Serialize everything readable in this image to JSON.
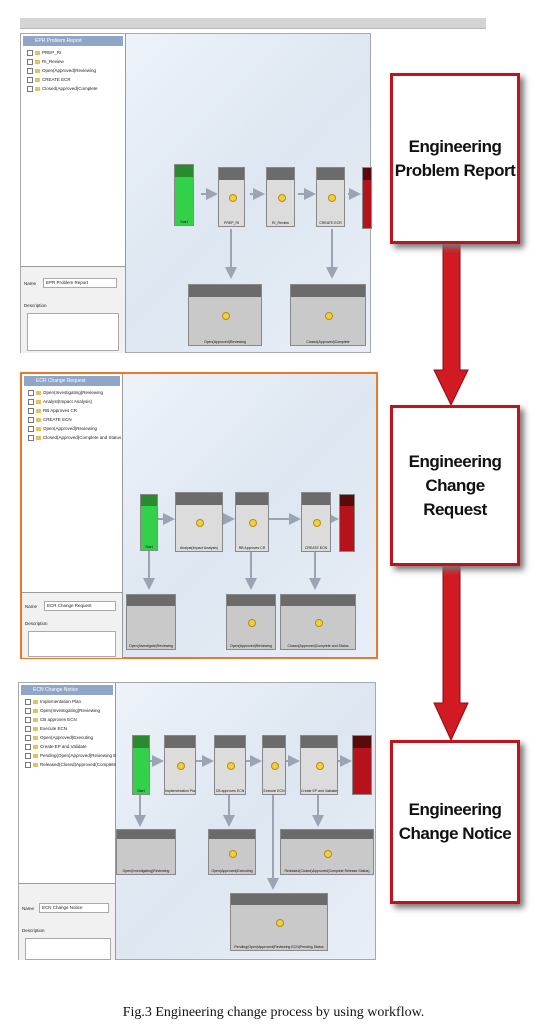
{
  "panels": [
    {
      "tree_title": "EPR Problem Report",
      "tree_items": [
        "PREP_RI",
        "RI_Review",
        "Open(Approved)Reviewing",
        "CREATE ECR",
        "Closed(Approved)Complete"
      ],
      "name_label": "Name",
      "name_value": "EPR Problem Report",
      "desc_label": "Description",
      "nodes": [
        "Start",
        "PREP_RI",
        "RI_Review",
        "CREATE ECR",
        "End"
      ],
      "bottom_nodes": [
        "Open(Approved)Reviewing",
        "Closed(Approved)Complete"
      ]
    },
    {
      "tree_title": "ECR Change Request",
      "tree_items": [
        "Open(Investigating)Reviewing",
        "Analyst(Impact Analysis)",
        "RB Approves CR",
        "CREATE ECN",
        "Open(Approved)Reviewing",
        "Closed(Approved)Complete and Status"
      ],
      "name_label": "Name",
      "name_value": "ECR Change Request",
      "desc_label": "Description",
      "nodes": [
        "Start",
        "Analyst(Impact Analysis)",
        "RB Approves CR",
        "CREATE ECN",
        "End"
      ],
      "bottom_nodes": [
        "Open(Investigate)Reviewing",
        "Open(Approved)Reviewing",
        "Closed(Approved)Complete and Status"
      ]
    },
    {
      "tree_title": "ECN Change Notice",
      "tree_items": [
        "Implementation Plan",
        "Open(Investigating)Reviewing",
        "CB approves ECN",
        "Execute ECN",
        "Open(Approved)Executing",
        "Create EP and Validate",
        "Pending(Open)Approved(Reviewing ECN)Pending",
        "Released(Closed)Approved(Complete Release"
      ],
      "name_label": "Name",
      "name_value": "ECN Change Notice",
      "desc_label": "Description",
      "nodes": [
        "Start",
        "Implementation Plan",
        "CB approves ECN",
        "Execute ECN",
        "Create EP and Validate",
        "End"
      ],
      "bottom_nodes": [
        "Open(Investigating)Reviewing",
        "Open(Approved)Executing",
        "Released(Closed)Approved(Complete Release Status)",
        "Pending(Open)Approved(Reviewing ECN)Pending Status"
      ]
    }
  ],
  "stages": [
    {
      "line1": "Engineering",
      "line2": "Problem Report"
    },
    {
      "line1": "Engineering",
      "line2": "Change Request"
    },
    {
      "line1": "Engineering",
      "line2": "Change Notice"
    }
  ],
  "caption": "Fig.3 Engineering change process by using workflow.",
  "colors": {
    "arrow": "#d21a22",
    "stage_border": "#c0131b",
    "panel_highlight": "#e8782c",
    "start": "#33d14a",
    "end": "#b5121b"
  }
}
